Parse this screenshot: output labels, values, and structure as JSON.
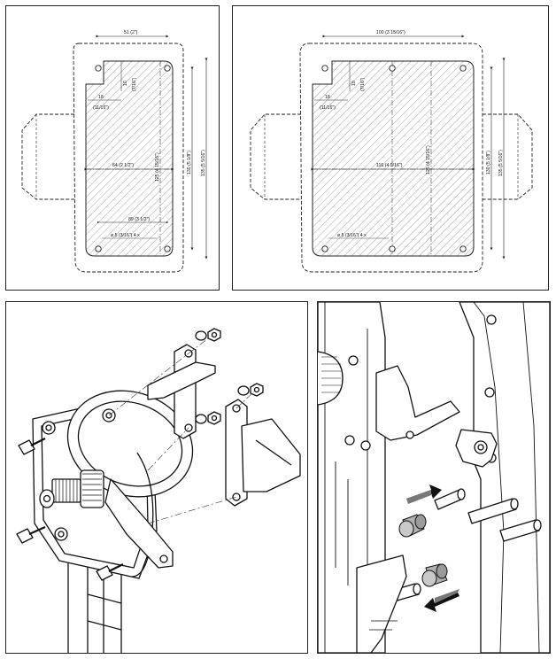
{
  "panel_left": {
    "dim_top": "51 (2\")",
    "dim_corner_h": "18",
    "dim_corner_h_inch": "(11/16\")",
    "dim_corner_v": "10",
    "dim_corner_v_inch": "(7/16\")",
    "dim_mid_width": "64 (2 1/2\")",
    "dim_inner_height": "125 (4 15/16\")",
    "dim_outer_130": "130 (5 1/8\")",
    "dim_outer_135": "135 (5 5/16\")",
    "dim_89": "89 (3 1/2\")",
    "dim_hole": "ø 5 (3/16\") 4 x"
  },
  "panel_right": {
    "dim_top": "100 (3 15/16\")",
    "dim_corner_h": "18",
    "dim_corner_h_inch": "(11/16\")",
    "dim_corner_v": "10",
    "dim_corner_v_inch": "(7/16\")",
    "dim_mid_width": "116 (4 9/16\")",
    "dim_inner_height": "125 (4 15/16\")",
    "dim_outer_130": "130 (5 1/8\")",
    "dim_outer_135": "135 (5 5/16\")",
    "dim_hole": "ø 5 (3/16\") 4 x"
  },
  "colors": {
    "line": "#222222",
    "hatch": "#777777",
    "bushing": "#b0b0b0",
    "background": "#ffffff"
  }
}
